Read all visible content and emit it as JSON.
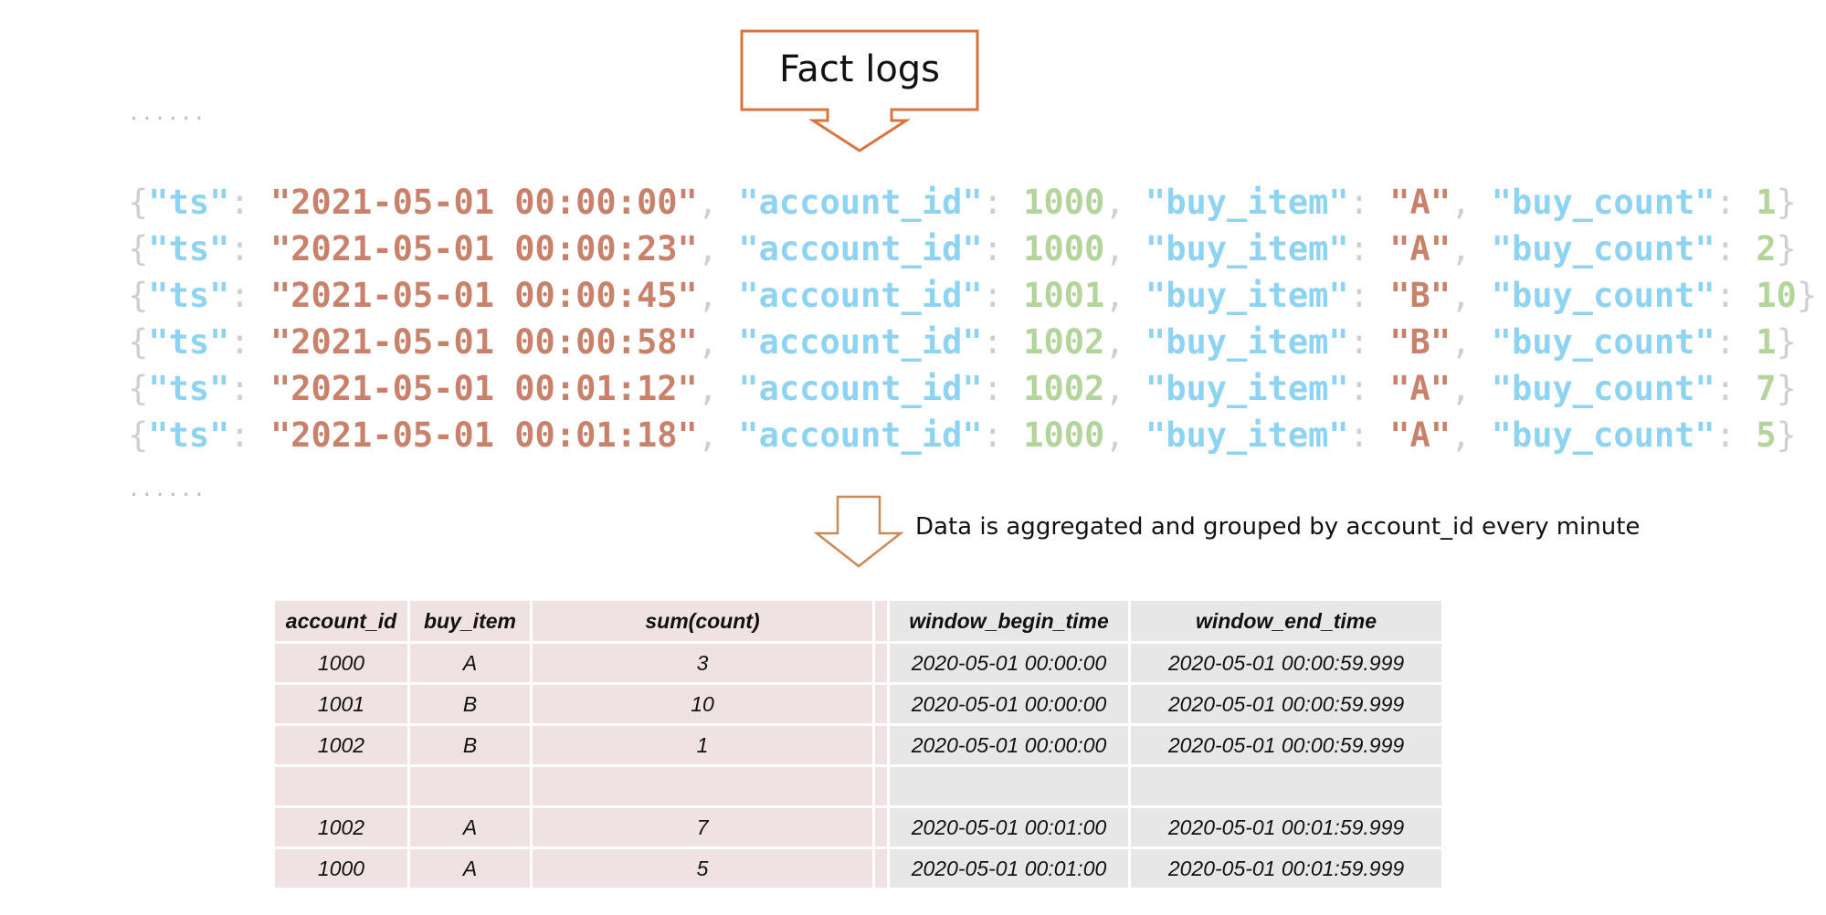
{
  "callout": {
    "title": "Fact logs"
  },
  "ellipsis": "......",
  "log_keys": {
    "ts": "ts",
    "account_id": "account_id",
    "buy_item": "buy_item",
    "buy_count": "buy_count"
  },
  "logs": [
    {
      "ts": "2021-05-01 00:00:00",
      "account_id": "1000",
      "buy_item": "A",
      "buy_count": "1"
    },
    {
      "ts": "2021-05-01 00:00:23",
      "account_id": "1000",
      "buy_item": "A",
      "buy_count": "2"
    },
    {
      "ts": "2021-05-01 00:00:45",
      "account_id": "1001",
      "buy_item": "B",
      "buy_count": "10"
    },
    {
      "ts": "2021-05-01 00:00:58",
      "account_id": "1002",
      "buy_item": "B",
      "buy_count": "1"
    },
    {
      "ts": "2021-05-01 00:01:12",
      "account_id": "1002",
      "buy_item": "A",
      "buy_count": "7"
    },
    {
      "ts": "2021-05-01 00:01:18",
      "account_id": "1000",
      "buy_item": "A",
      "buy_count": "5"
    }
  ],
  "aggregation_label": "Data is aggregated and grouped by account_id every minute",
  "table": {
    "headers": [
      "account_id",
      "buy_item",
      "sum(count)",
      "",
      "window_begin_time",
      "window_end_time"
    ],
    "rows": [
      [
        "1000",
        "A",
        "3",
        "",
        "2020-05-01 00:00:00",
        "2020-05-01 00:00:59.999"
      ],
      [
        "1001",
        "B",
        "10",
        "",
        "2020-05-01 00:00:00",
        "2020-05-01 00:00:59.999"
      ],
      [
        "1002",
        "B",
        "1",
        "",
        "2020-05-01 00:00:00",
        "2020-05-01 00:00:59.999"
      ],
      [
        "",
        "",
        "",
        "",
        "",
        ""
      ],
      [
        "1002",
        "A",
        "7",
        "",
        "2020-05-01 00:01:00",
        "2020-05-01 00:01:59.999"
      ],
      [
        "1000",
        "A",
        "5",
        "",
        "2020-05-01 00:01:00",
        "2020-05-01 00:01:59.999"
      ]
    ]
  },
  "colors": {
    "callout_border": "#d9743c",
    "down_arrow": "#c98a5a",
    "key_blue": "#8fd3f2",
    "string_brown": "#c8826b",
    "number_green": "#b3d49a",
    "cell_pink": "#f0e2e2",
    "cell_gray": "#e7e7e7"
  }
}
